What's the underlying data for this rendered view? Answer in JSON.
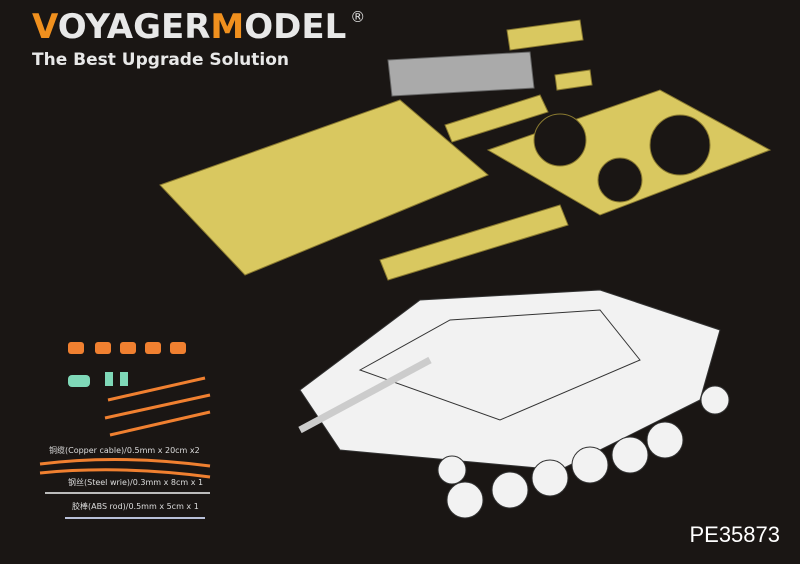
{
  "brand": {
    "part1": "V",
    "part2": "OYAGER",
    "part3": "M",
    "part4": "ODEL",
    "registered": "®",
    "tagline": "The Best Upgrade Solution",
    "accent_color": "#f0901e"
  },
  "accessories": [
    {
      "label": "铜缆(Copper cable)/0.5mm x 20cm x2"
    },
    {
      "label": "钢丝(Steel wrie)/0.3mm x 8cm x 1"
    },
    {
      "label": "胶棒(ABS rod)/0.5mm x 5cm x 1"
    }
  ],
  "product_code": "PE35873"
}
